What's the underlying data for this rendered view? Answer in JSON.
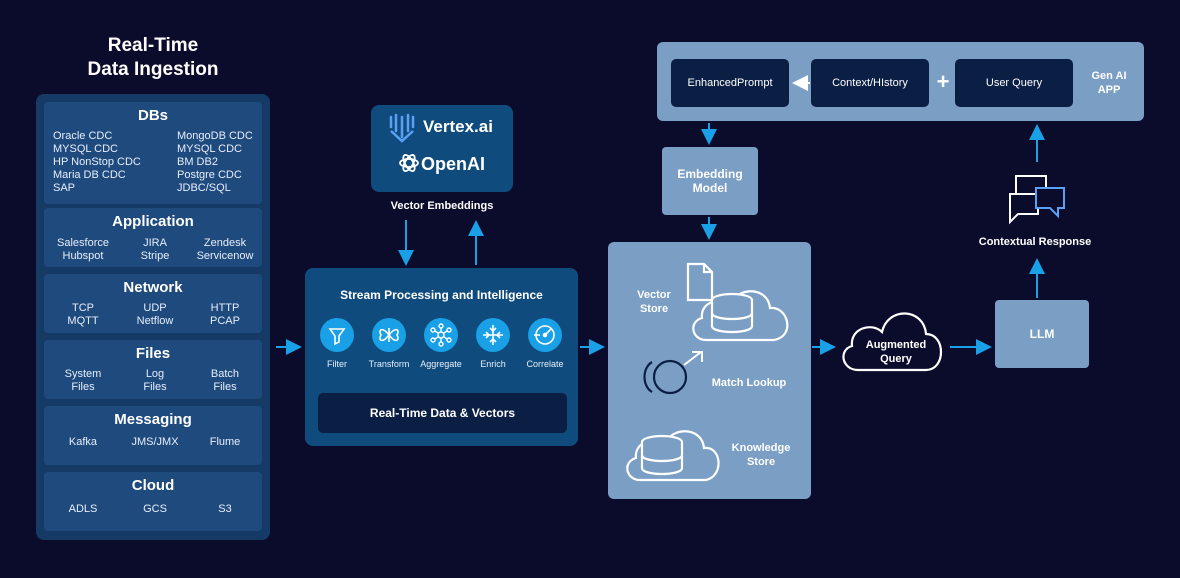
{
  "title": {
    "line1": "Real-Time",
    "line2": "Data Ingestion"
  },
  "ingestion": {
    "dbs": {
      "title": "DBs",
      "left": [
        "Oracle CDC",
        "MYSQL CDC",
        "HP NonStop CDC",
        "Maria DB CDC",
        "SAP"
      ],
      "right": [
        "MongoDB CDC",
        "MYSQL CDC",
        "BM DB2",
        "Postgre CDC",
        "JDBC/SQL"
      ]
    },
    "application": {
      "title": "Application",
      "cols": [
        [
          "Salesforce",
          "Hubspot"
        ],
        [
          "JIRA",
          "Stripe"
        ],
        [
          "Zendesk",
          "Servicenow"
        ]
      ]
    },
    "network": {
      "title": "Network",
      "cols": [
        [
          "TCP",
          "MQTT"
        ],
        [
          "UDP",
          "Netflow"
        ],
        [
          "HTTP",
          "PCAP"
        ]
      ]
    },
    "files": {
      "title": "Files",
      "cols": [
        [
          "System",
          "Files"
        ],
        [
          "Log",
          "Files"
        ],
        [
          "Batch",
          "Files"
        ]
      ]
    },
    "messaging": {
      "title": "Messaging",
      "cols": [
        "Kafka",
        "JMS/JMX",
        "Flume"
      ]
    },
    "cloud": {
      "title": "Cloud",
      "cols": [
        "ADLS",
        "GCS",
        "S3"
      ]
    }
  },
  "vector": {
    "vertex": "Vertex.ai",
    "openai": "OpenAI",
    "caption": "Vector Embeddings"
  },
  "stream": {
    "title": "Stream Processing and Intelligence",
    "ops": [
      "Filter",
      "Transform",
      "Aggregate",
      "Enrich",
      "Correlate"
    ],
    "bottom": "Real-Time Data & Vectors"
  },
  "store": {
    "vector_store": [
      "Vector",
      "Store"
    ],
    "match_lookup": "Match Lookup",
    "knowledge_store": [
      "Knowledge",
      "Store"
    ]
  },
  "embedding_model": [
    "Embedding",
    "Model"
  ],
  "genai": {
    "enhanced_prompt": "EnhancedPrompt",
    "context_history": "Context/HIstory",
    "plus": "+",
    "user_query": "User Query",
    "app_label": [
      "Gen AI",
      "APP"
    ]
  },
  "augmented_query": [
    "Augmented",
    "Query"
  ],
  "llm": "LLM",
  "contextual_response": "Contextual Response",
  "colors": {
    "background": "#0b0b2b",
    "accent": "#1aa0e6",
    "panel": "#7b9ec4",
    "dark_panel": "#0f4c7d"
  }
}
